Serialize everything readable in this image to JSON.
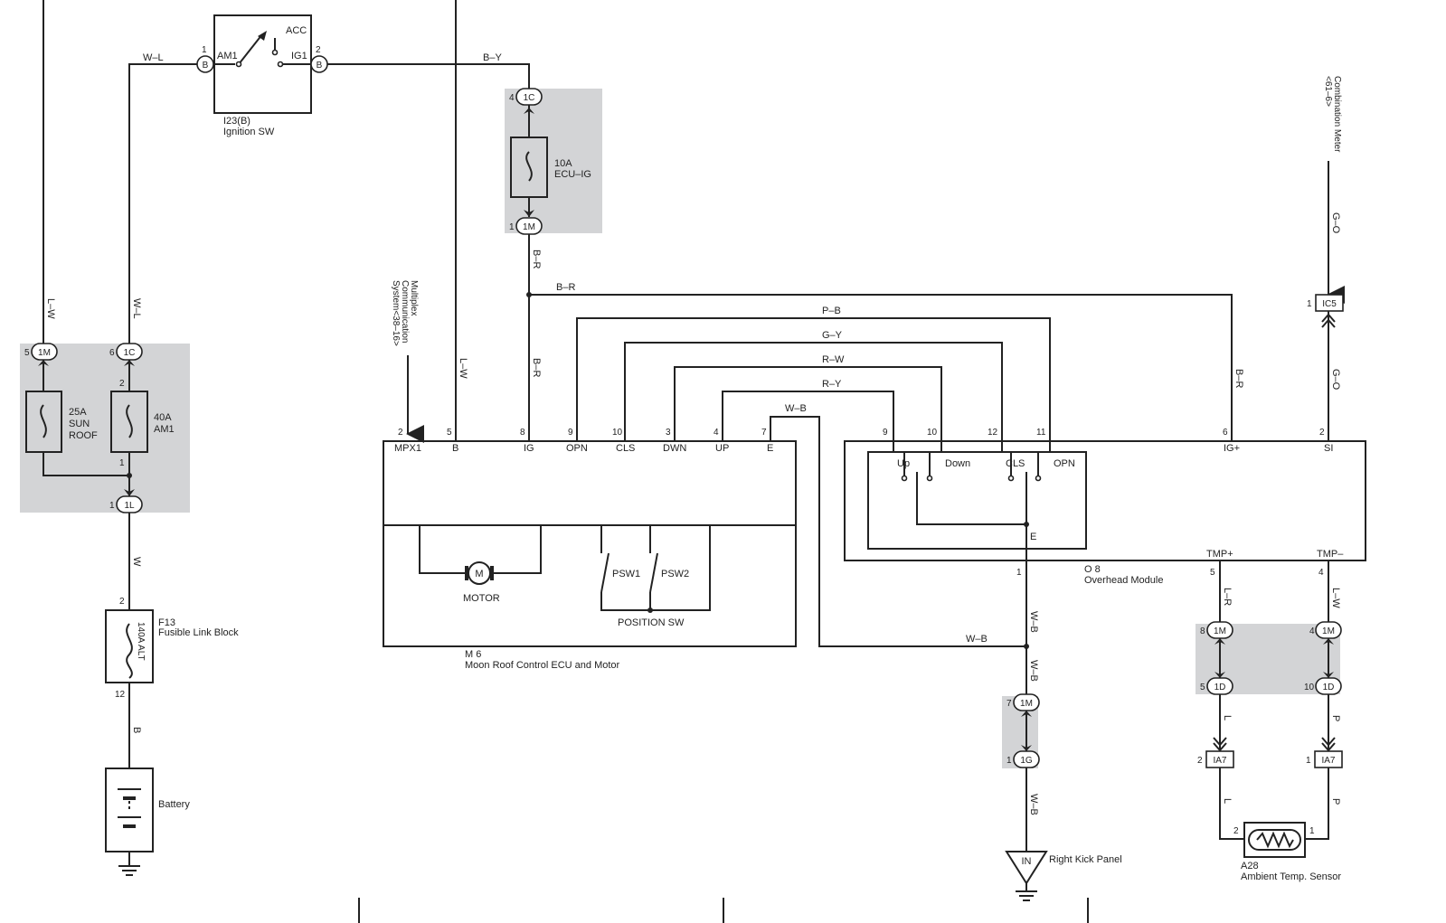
{
  "components": {
    "ignition_sw": {
      "id": "I23(B)",
      "name": "Ignition SW",
      "acc": "ACC",
      "am1": "AM1",
      "ig1": "IG1",
      "pin1": "1",
      "pin2": "2",
      "conn": "B"
    },
    "fuse_ecu_ig": {
      "rating": "10A",
      "name": "ECU–IG",
      "top_conn": "1C",
      "top_pin": "4",
      "bot_conn": "1M",
      "bot_pin": "1"
    },
    "fuse_sunroof": {
      "rating": "25A",
      "name1": "SUN",
      "name2": "ROOF",
      "conn": "1M",
      "pin": "5"
    },
    "fuse_am1": {
      "rating": "40A",
      "name": "AM1",
      "conn": "1C",
      "pin": "6",
      "pin_a": "2",
      "pin_b": "1"
    },
    "junction_1l": {
      "conn": "1L",
      "pin": "1"
    },
    "fusible_link": {
      "id": "F13",
      "name": "Fusible Link Block",
      "rating": "140A ALT",
      "pin_top": "2",
      "pin_bot": "12"
    },
    "battery": {
      "name": "Battery"
    },
    "multiplex": {
      "line1": "Multiplex",
      "line2": "Communication",
      "line3": "System<38–16>"
    },
    "moon_roof": {
      "id": "M 6",
      "name": "Moon Roof Control ECU and Motor",
      "pins": [
        {
          "num": "2",
          "label": "MPX1"
        },
        {
          "num": "5",
          "label": "B"
        },
        {
          "num": "8",
          "label": "IG"
        },
        {
          "num": "9",
          "label": "OPN"
        },
        {
          "num": "10",
          "label": "CLS"
        },
        {
          "num": "3",
          "label": "DWN"
        },
        {
          "num": "4",
          "label": "UP"
        },
        {
          "num": "7",
          "label": "E"
        }
      ],
      "motor": "M",
      "motor_label": "MOTOR",
      "psw1": "PSW1",
      "psw2": "PSW2",
      "position_sw": "POSITION SW"
    },
    "overhead": {
      "id": "O 8",
      "name": "Overhead Module",
      "pins": [
        {
          "num": "9"
        },
        {
          "num": "10"
        },
        {
          "num": "12"
        },
        {
          "num": "11"
        },
        {
          "num": "6",
          "label": "IG+"
        },
        {
          "num": "2",
          "label": "SI"
        }
      ],
      "sw_up": "Up",
      "sw_down": "Down",
      "sw_cls": "CLS",
      "sw_opn": "OPN",
      "e": "E",
      "pin_e": "1",
      "tmp_plus": "TMP+",
      "tmp_minus": "TMP–",
      "pin_tmp_plus": "5",
      "pin_tmp_minus": "4"
    },
    "combination_meter": {
      "line1": "Combination Meter",
      "line2": "<61–6>"
    },
    "ic5": {
      "conn": "IC5",
      "pin": "1"
    },
    "conn_1m_7": {
      "conn": "1M",
      "pin": "7"
    },
    "conn_1g_1": {
      "conn": "1G",
      "pin": "1"
    },
    "ground": {
      "code": "IN",
      "name": "Right Kick Panel"
    },
    "tmp_conns": {
      "a_top": {
        "conn": "1M",
        "pin": "8"
      },
      "a_bot": {
        "conn": "1D",
        "pin": "5"
      },
      "b_top": {
        "conn": "1M",
        "pin": "4"
      },
      "b_bot": {
        "conn": "1D",
        "pin": "10"
      },
      "a_ia7": {
        "conn": "IA7",
        "pin": "2"
      },
      "b_ia7": {
        "conn": "IA7",
        "pin": "1"
      }
    },
    "sensor": {
      "id": "A28",
      "name": "Ambient Temp.  Sensor",
      "pin_left": "2",
      "pin_right": "1"
    }
  },
  "wires": {
    "w_l_top": "W–L",
    "b_y": "B–Y",
    "l_w_left": "L–W",
    "w_l_left": "W–L",
    "w": "W",
    "b": "B",
    "l_w_mid": "L–W",
    "b_r_1": "B–R",
    "b_r_2": "B–R",
    "b_r_3": "B–R",
    "b_r_right": "B–R",
    "p_b": "P–B",
    "g_y": "G–Y",
    "r_w": "R–W",
    "r_y": "R–Y",
    "w_b_top": "W–B",
    "w_b_h": "W–B",
    "w_b_v1": "W–B",
    "w_b_v2": "W–B",
    "w_b_v3": "W–B",
    "g_o_top": "G–O",
    "g_o_bot": "G–O",
    "l_r": "L–R",
    "l_w_tmp": "L–W",
    "l_1": "L",
    "l_2": "L",
    "p_1": "P",
    "p_2": "P"
  }
}
